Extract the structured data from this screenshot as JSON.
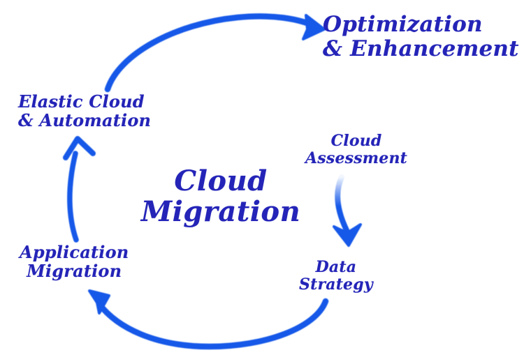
{
  "diagram": {
    "title": "Cloud Migration",
    "center": {
      "line1": "Cloud",
      "line2": "Migration"
    },
    "colors": {
      "arrow_blue": "#1659e8",
      "text_blue": "#2424b8",
      "background": "#ffffff"
    },
    "nodes": [
      {
        "id": "optimization-enhancement",
        "line1": "Optimization",
        "line2": "& Enhancement"
      },
      {
        "id": "elastic-cloud-automation",
        "line1": "Elastic Cloud",
        "line2": "& Automation"
      },
      {
        "id": "application-migration",
        "line1": "Application",
        "line2": "Migration"
      },
      {
        "id": "cloud-assessment",
        "line1": "Cloud",
        "line2": "Assessment"
      },
      {
        "id": "data-strategy",
        "line1": "Data",
        "line2": "Strategy"
      }
    ],
    "arrows": [
      {
        "id": "assessment-to-data",
        "from": "cloud-assessment",
        "to": "data-strategy",
        "direction": "down"
      },
      {
        "id": "data-to-application",
        "from": "data-strategy",
        "to": "application-migration",
        "direction": "left-up"
      },
      {
        "id": "application-to-elastic",
        "from": "application-migration",
        "to": "elastic-cloud-automation",
        "direction": "up"
      },
      {
        "id": "elastic-to-optimization",
        "from": "elastic-cloud-automation",
        "to": "optimization-enhancement",
        "direction": "right-up"
      }
    ]
  }
}
